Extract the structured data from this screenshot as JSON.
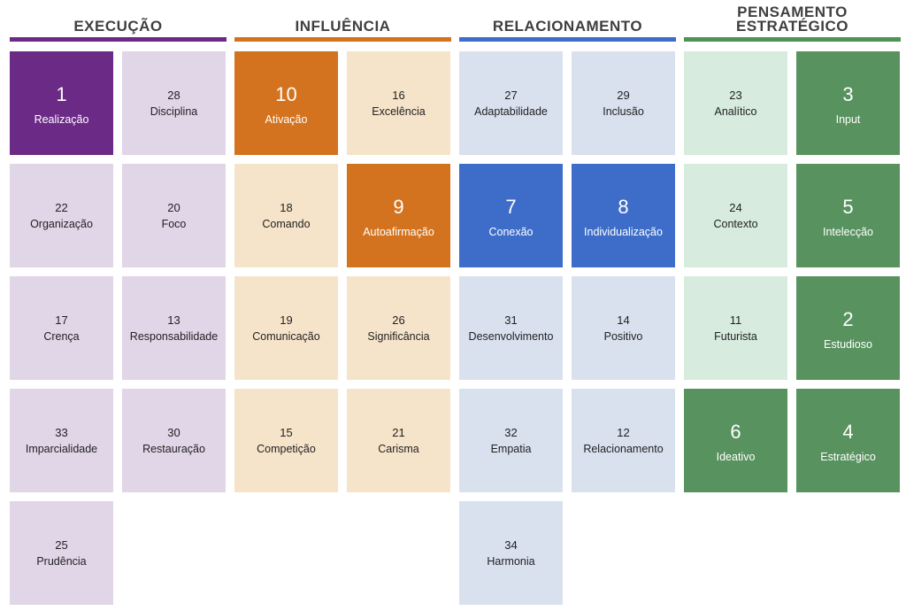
{
  "domains": [
    {
      "title": "EXECUÇÃO",
      "bar_color": "#6b2a86",
      "light_color": "#e1d5e8",
      "top_color": "#6b2a86",
      "tiles": [
        {
          "rank": "1",
          "name": "Realização",
          "top": true
        },
        {
          "rank": "28",
          "name": "Disciplina",
          "top": false
        },
        {
          "rank": "22",
          "name": "Organização",
          "top": false
        },
        {
          "rank": "20",
          "name": "Foco",
          "top": false
        },
        {
          "rank": "17",
          "name": "Crença",
          "top": false
        },
        {
          "rank": "13",
          "name": "Responsabilidade",
          "top": false
        },
        {
          "rank": "33",
          "name": "Imparcialidade",
          "top": false
        },
        {
          "rank": "30",
          "name": "Restauração",
          "top": false
        },
        {
          "rank": "25",
          "name": "Prudência",
          "top": false
        }
      ]
    },
    {
      "title": "INFLUÊNCIA",
      "bar_color": "#d4731f",
      "light_color": "#f6e4ca",
      "top_color": "#d4731f",
      "tiles": [
        {
          "rank": "10",
          "name": "Ativação",
          "top": true
        },
        {
          "rank": "16",
          "name": "Excelência",
          "top": false
        },
        {
          "rank": "18",
          "name": "Comando",
          "top": false
        },
        {
          "rank": "9",
          "name": "Autoafirmação",
          "top": true
        },
        {
          "rank": "19",
          "name": "Comunicação",
          "top": false
        },
        {
          "rank": "26",
          "name": "Significância",
          "top": false
        },
        {
          "rank": "15",
          "name": "Competição",
          "top": false
        },
        {
          "rank": "21",
          "name": "Carisma",
          "top": false
        }
      ]
    },
    {
      "title": "RELACIONAMENTO",
      "bar_color": "#3d6dc9",
      "light_color": "#d9e1ef",
      "top_color": "#3d6dc9",
      "tiles": [
        {
          "rank": "27",
          "name": "Adaptabilidade",
          "top": false
        },
        {
          "rank": "29",
          "name": "Inclusão",
          "top": false
        },
        {
          "rank": "7",
          "name": "Conexão",
          "top": true
        },
        {
          "rank": "8",
          "name": "Individualização",
          "top": true
        },
        {
          "rank": "31",
          "name": "Desenvolvimento",
          "top": false
        },
        {
          "rank": "14",
          "name": "Positivo",
          "top": false
        },
        {
          "rank": "32",
          "name": "Empatia",
          "top": false
        },
        {
          "rank": "12",
          "name": "Relacionamento",
          "top": false
        },
        {
          "rank": "34",
          "name": "Harmonia",
          "top": false
        }
      ]
    },
    {
      "title": "PENSAMENTO\nESTRATÉGICO",
      "bar_color": "#4f9257",
      "light_color": "#d7ebdf",
      "top_color": "#58935f",
      "tiles": [
        {
          "rank": "23",
          "name": "Analítico",
          "top": false
        },
        {
          "rank": "3",
          "name": "Input",
          "top": true
        },
        {
          "rank": "24",
          "name": "Contexto",
          "top": false
        },
        {
          "rank": "5",
          "name": "Intelecção",
          "top": true
        },
        {
          "rank": "11",
          "name": "Futurista",
          "top": false
        },
        {
          "rank": "2",
          "name": "Estudioso",
          "top": true
        },
        {
          "rank": "6",
          "name": "Ideativo",
          "top": true
        },
        {
          "rank": "4",
          "name": "Estratégico",
          "top": true
        }
      ]
    }
  ]
}
